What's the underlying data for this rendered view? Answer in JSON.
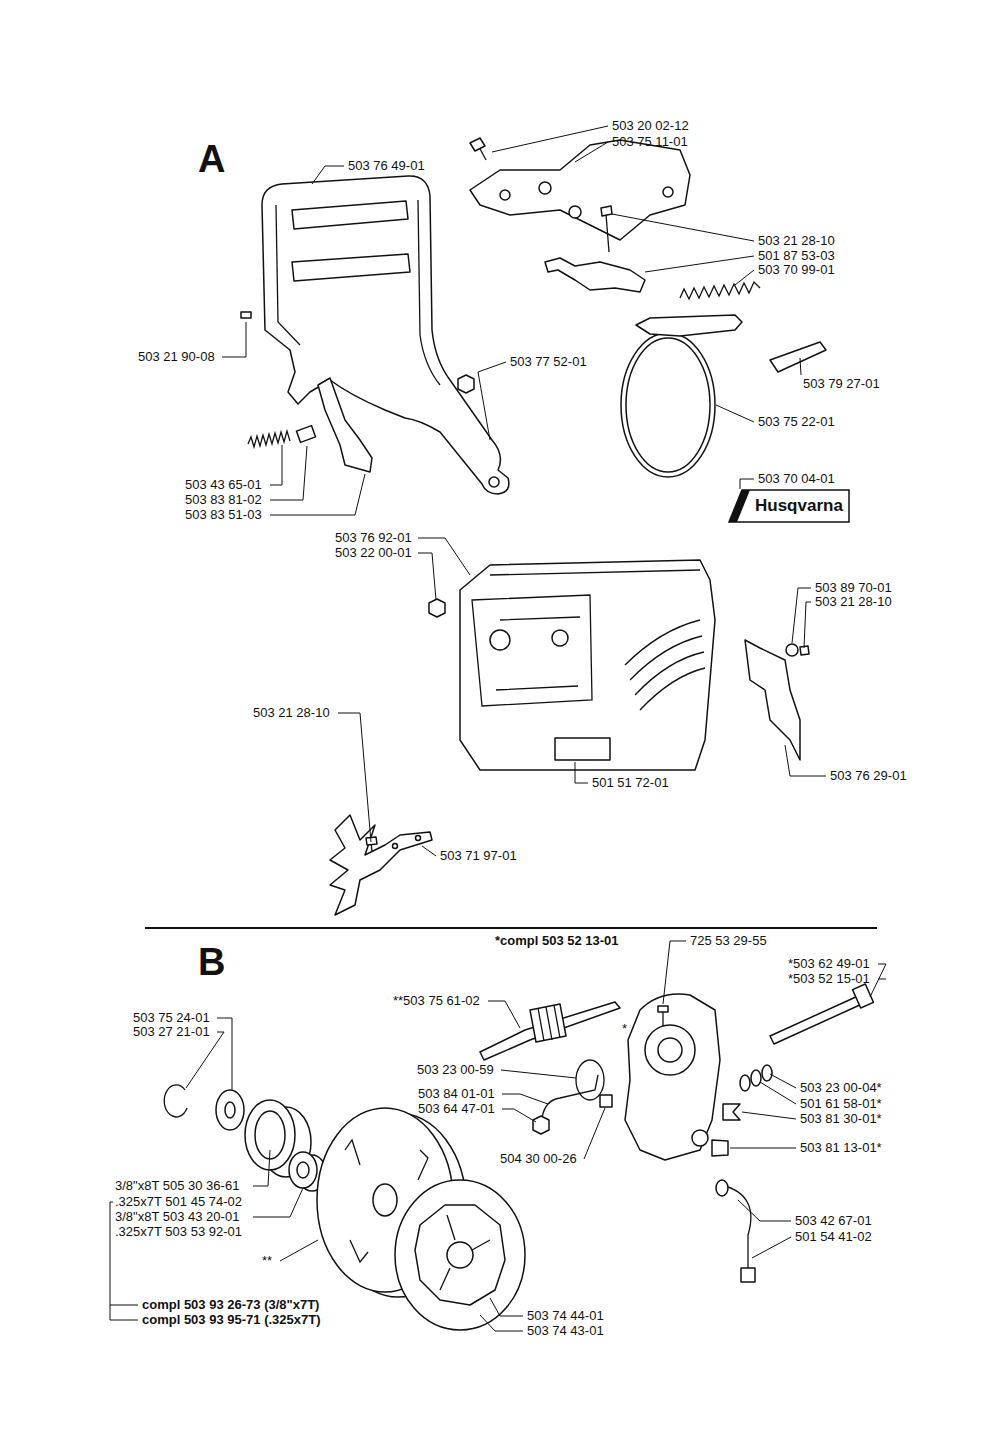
{
  "diagram": {
    "nodes": [
      {
        "text": [
          "Husqvarna"
        ]
      }
    ],
    "labels": [
      "A",
      "503 20 02-12",
      "503 75 11-01",
      "503 76 49-01",
      "503 21 28-10",
      "501 87 53-03",
      "503 70 99-01",
      "503 21 90-08",
      "503 77 52-01",
      "503 79 27-01",
      "503 75 22-01",
      "503 70 04-01",
      "503 43 65-01",
      "503 83 81-02",
      "503 83 51-03",
      "503 76 92-01",
      "503 22 00-01",
      "503 89 70-01",
      "503 21 28-10",
      "503 21 28-10",
      "501 51 72-01",
      "503 76 29-01",
      "503 71 97-01",
      "B",
      "*compl 503 52 13-01",
      "725 53 29-55",
      "*503 62 49-01",
      "*503 52 15-01",
      "**503 75 61-02",
      "503 75 24-01",
      "503 27 21-01",
      "*",
      "503 23 00-59",
      "503 84 01-01",
      "503 64 47-01",
      "503 23 00-04*",
      "501 61 58-01*",
      "503 81 30-01*",
      "503 81 13-01*",
      "504 30 00-26",
      "3/8\"x8T 505 30 36-61",
      ".325x7T 501 45 74-02",
      "3/8\"x8T 503 43 20-01",
      ".325x7T 503 53 92-01",
      "503 42 67-01",
      "501 54 41-02",
      "**",
      "compl 503 93 26-73 (3/8\"x7T)",
      "compl 503 93 95-71 (.325x7T)",
      "503 74 44-01",
      "503 74 43-01"
    ]
  }
}
